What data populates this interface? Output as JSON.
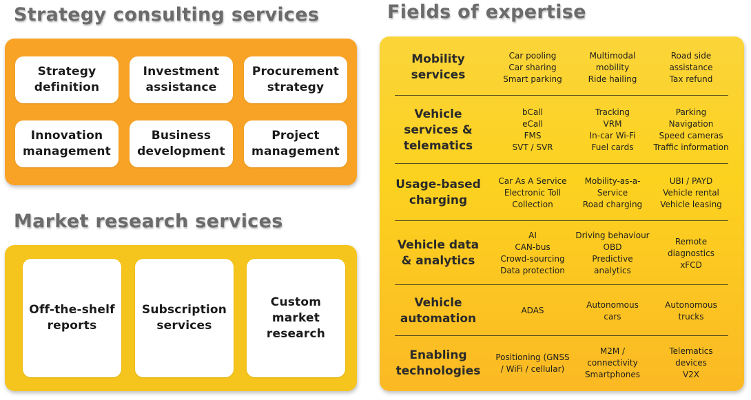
{
  "strategy": {
    "heading": "Strategy consulting services",
    "cards": [
      "Strategy\ndefinition",
      "Investment\nassistance",
      "Procurement\nstrategy",
      "Innovation\nmanagement",
      "Business\ndevelopment",
      "Project\nmanagement"
    ]
  },
  "market": {
    "heading": "Market research services",
    "cards": [
      "Off-the-shelf\nreports",
      "Subscription\nservices",
      "Custom\nmarket\nresearch"
    ]
  },
  "fields": {
    "heading": "Fields of expertise",
    "rows": [
      {
        "title": "Mobility\nservices",
        "cols": [
          [
            "Car pooling",
            "Car sharing",
            "Smart parking"
          ],
          [
            "Multimodal\nmobility",
            "Ride hailing"
          ],
          [
            "Road side\nassistance",
            "Tax refund"
          ]
        ]
      },
      {
        "title": "Vehicle\nservices &\ntelematics",
        "cols": [
          [
            "bCall",
            "eCall",
            "FMS",
            "SVT / SVR"
          ],
          [
            "Tracking",
            "VRM",
            "In-car Wi-Fi",
            "Fuel cards"
          ],
          [
            "Parking",
            "Navigation",
            "Speed cameras",
            "Traffic information"
          ]
        ]
      },
      {
        "title": "Usage-based\ncharging",
        "cols": [
          [
            "Car As A Service",
            "Electronic Toll\nCollection"
          ],
          [
            "Mobility-as-a-\nService",
            "Road charging"
          ],
          [
            "UBI / PAYD",
            "Vehicle rental",
            "Vehicle leasing"
          ]
        ]
      },
      {
        "title": "Vehicle data\n& analytics",
        "cols": [
          [
            "AI",
            "CAN-bus",
            "Crowd-sourcing",
            "Data protection"
          ],
          [
            "Driving behaviour",
            "OBD",
            "Predictive\nanalytics"
          ],
          [
            "Remote\ndiagnostics",
            "xFCD"
          ]
        ]
      },
      {
        "title": "Vehicle\nautomation",
        "cols": [
          [
            "ADAS"
          ],
          [
            "Autonomous\ncars"
          ],
          [
            "Autonomous\ntrucks"
          ]
        ]
      },
      {
        "title": "Enabling\ntechnologies",
        "cols": [
          [
            "Positioning (GNSS\n/ WiFi / cellular)"
          ],
          [
            "M2M /\nconnectivity",
            "Smartphones"
          ],
          [
            "Telematics\ndevices",
            "V2X"
          ]
        ]
      }
    ]
  },
  "colors": {
    "strategy_panel": "#f9a326",
    "market_panel": "#f5c51d",
    "fields_panel": "#fcd21f",
    "heading_text": "#6b6b6b"
  }
}
